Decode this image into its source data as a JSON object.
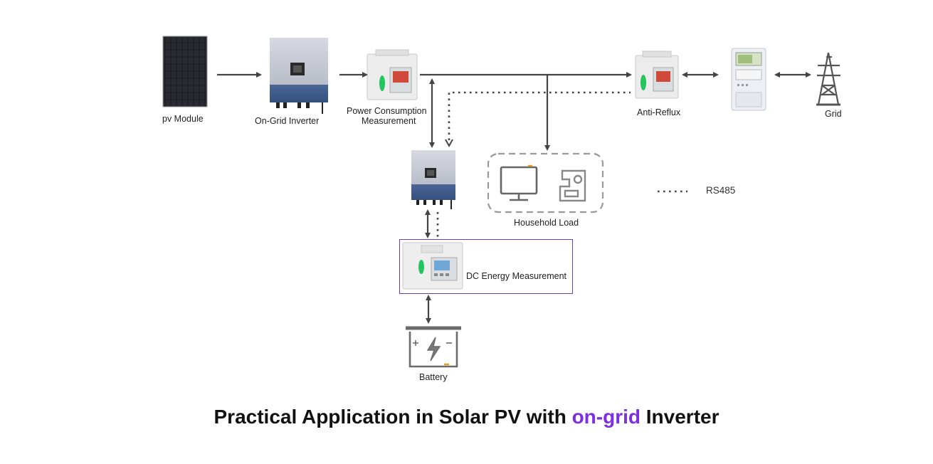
{
  "labels": {
    "pv_module": "pv Module",
    "on_grid_inverter": "On-Grid Inverter",
    "power_consumption_line1": "Power Consumption",
    "power_consumption_line2": "Measurement",
    "anti_reflux": "Anti-Reflux",
    "grid": "Grid",
    "household_load": "Household Load",
    "rs485": "RS485",
    "dc_energy_measurement": "DC Energy Measurement",
    "battery": "Battery"
  },
  "caption": {
    "prefix": "Practical Application in Solar PV with ",
    "highlight": "on-grid",
    "suffix": " Inverter"
  },
  "colors": {
    "accent": "#7b2fe0",
    "box_border": "#6a3fc4",
    "arrow": "#444444",
    "inverter_top": "#c9ccd6",
    "inverter_bottom": "#3d5a8a",
    "meter_green": "#22c55e",
    "panel": "#1c1c1f"
  }
}
